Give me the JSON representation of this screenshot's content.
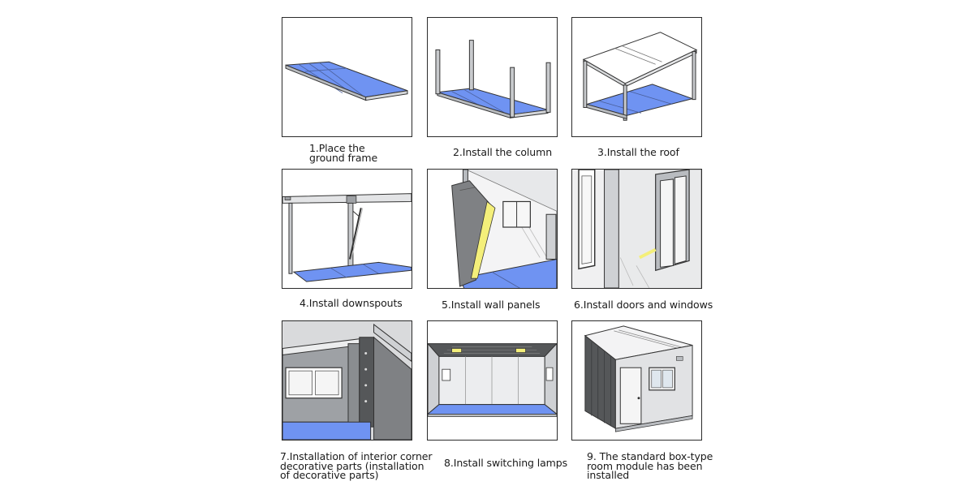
{
  "steps": [
    {
      "label": "1.Place the\n  ground frame"
    },
    {
      "label": "2.Install the column"
    },
    {
      "label": "3.Install the roof"
    },
    {
      "label": "4.Install downspouts"
    },
    {
      "label": "5.Install wall panels"
    },
    {
      "label": "6.Install doors and windows"
    },
    {
      "label": "7.Installation of interior corner\n  decorative parts (installation\n  of decorative parts)"
    },
    {
      "label": "8.Install switching lamps"
    },
    {
      "label": "9. The standard box-type\nroom module has been\ninstalled"
    }
  ],
  "colors": {
    "floor_blue": "#6f93f2",
    "frame_gray": "#b9bcc0",
    "panel_border": "#2b2b2b",
    "wall_dark": "#7f8184",
    "accent_yellow": "#f4ef7a"
  }
}
